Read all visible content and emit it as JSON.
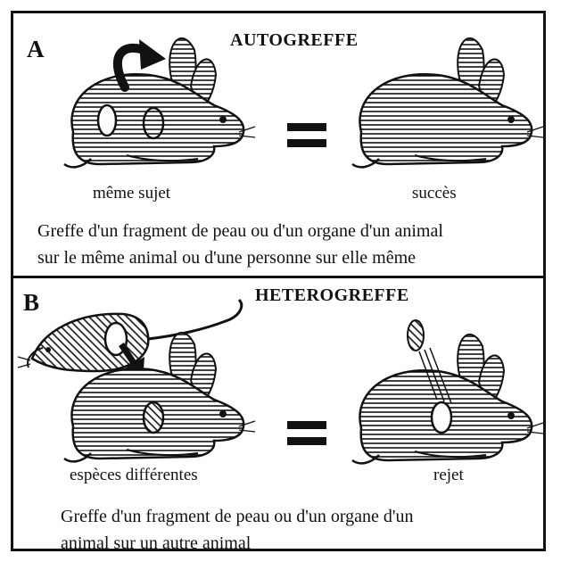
{
  "panel_a": {
    "letter": "A",
    "title": "AUTOGREFFE",
    "left_label": "même sujet",
    "right_label": "succès",
    "caption_line1": "Greffe d'un fragment de peau ou d'un organe d'un animal",
    "caption_line2": "sur le même animal ou d'une personne sur elle même"
  },
  "panel_b": {
    "letter": "B",
    "title": "HETEROGREFFE",
    "left_label": "espèces différentes",
    "right_label": "rejet",
    "caption_line1": "Greffe d'un fragment de peau ou d'un organe d'un",
    "caption_line2": "animal sur un autre animal"
  }
}
